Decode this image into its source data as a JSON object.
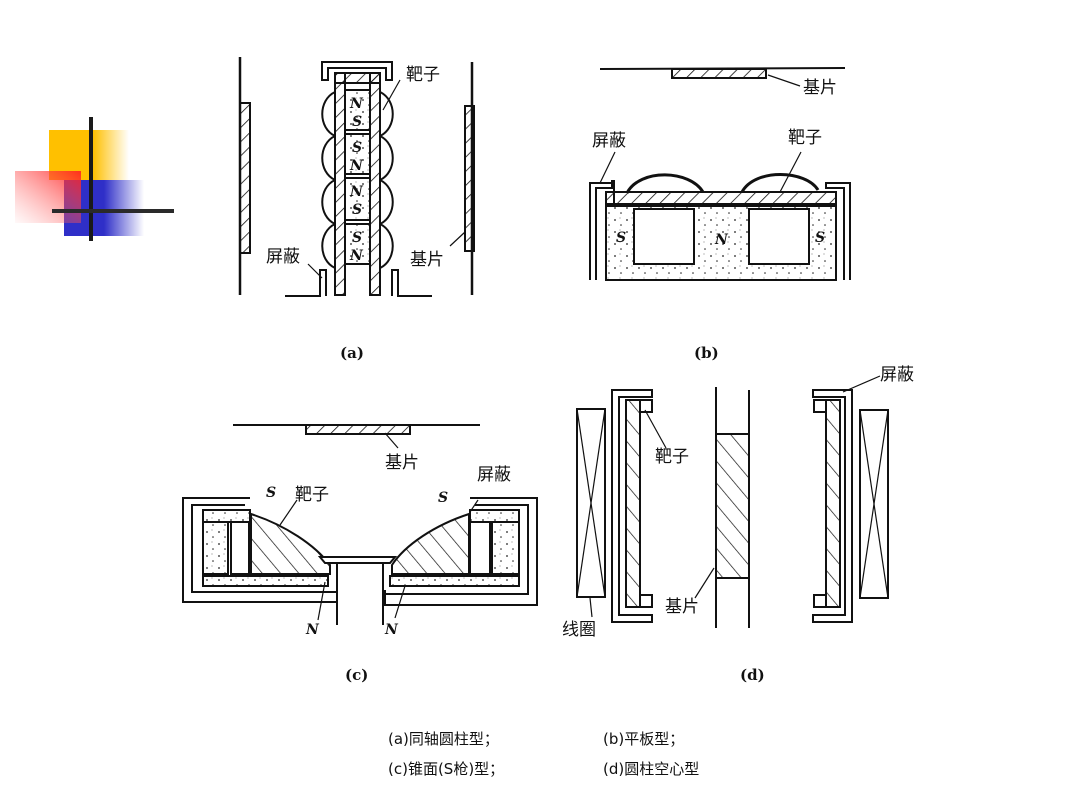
{
  "slide": {
    "decoration": "ppt-corner-logo",
    "colors": {
      "yellow": "#FFC000",
      "red": "#FF3030",
      "blue": "#2F2FC8",
      "line": "#111111"
    }
  },
  "panels": {
    "a": {
      "caption": "(a)",
      "labels": {
        "target": "靶子",
        "shield": "屏蔽",
        "substrate": "基片"
      },
      "magnets": [
        [
          "N",
          "S"
        ],
        [
          "S",
          "N"
        ],
        [
          "N",
          "S"
        ],
        [
          "S",
          "N"
        ]
      ]
    },
    "b": {
      "caption": "(b)",
      "labels": {
        "substrate": "基片",
        "shield": "屏蔽",
        "target": "靶子"
      },
      "poles": [
        "S",
        "N",
        "S"
      ]
    },
    "c": {
      "caption": "(c)",
      "labels": {
        "substrate": "基片",
        "target": "靶子",
        "shield": "屏蔽"
      },
      "poles_top": [
        "S",
        "S"
      ],
      "poles_bottom": [
        "N",
        "N"
      ]
    },
    "d": {
      "caption": "(d)",
      "labels": {
        "shield": "屏蔽",
        "target": "靶子",
        "substrate": "基片",
        "coil": "线圈"
      }
    }
  },
  "legend": {
    "rows": [
      [
        "(a)同轴圆柱型；",
        "(b)平板型；"
      ],
      [
        "(c)锥面(S枪)型；",
        "(d)圆柱空心型"
      ]
    ]
  }
}
